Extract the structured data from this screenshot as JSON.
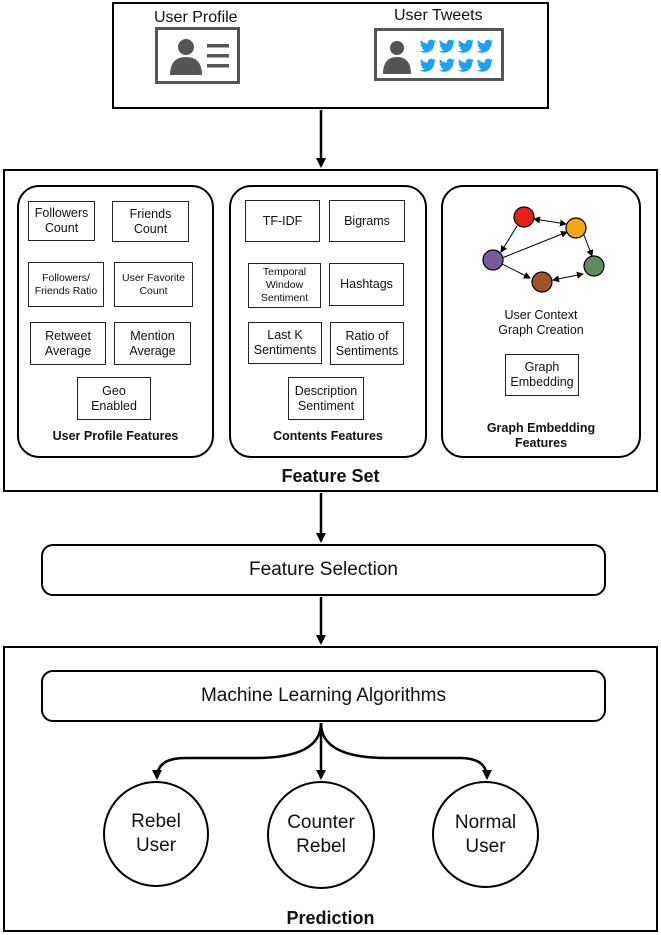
{
  "input": {
    "profile_label": "User Profile",
    "tweets_label": "User Tweets",
    "profile_icon": "user-profile-card-icon",
    "tweets_icon": "user-tweets-card-icon",
    "bird_color": "#1da1f2"
  },
  "feature_set": {
    "title": "Feature Set",
    "user_profile": {
      "title": "User Profile Features",
      "items": [
        "Followers\nCount",
        "Friends\nCount",
        "Followers/\nFriends Ratio",
        "User Favorite\nCount",
        "Retweet\nAverage",
        "Mention\nAverage",
        "Geo\nEnabled"
      ]
    },
    "contents": {
      "title": "Contents Features",
      "items": [
        "TF-IDF",
        "Bigrams",
        "Temporal\nWindow\nSentiment",
        "Hashtags",
        "Last K\nSentiments",
        "Ratio of\nSentiments",
        "Description\nSentiment"
      ]
    },
    "graph": {
      "title": "Graph Embedding\nFeatures",
      "creation_label": "User Context\nGraph Creation",
      "embedding_label": "Graph\nEmbedding",
      "node_colors": [
        "#e8201c",
        "#f2a516",
        "#7b5a9c",
        "#a0522d",
        "#5f8a5f"
      ]
    }
  },
  "feature_selection": {
    "label": "Feature Selection"
  },
  "prediction": {
    "title": "Prediction",
    "ml_label": "Machine Learning Algorithms",
    "classes": [
      "Rebel\nUser",
      "Counter\nRebel",
      "Normal\nUser"
    ]
  }
}
